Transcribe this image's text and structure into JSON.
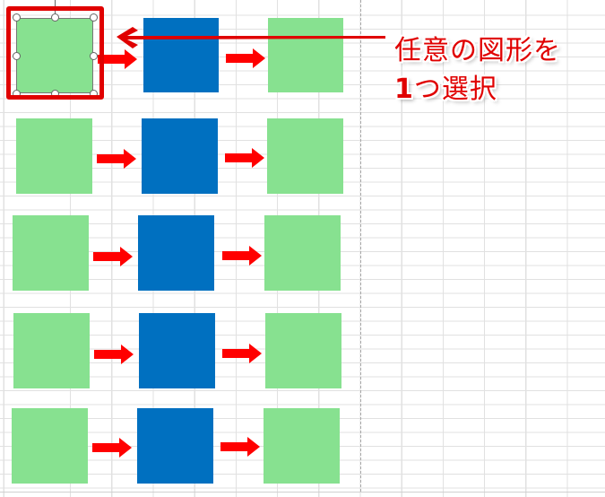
{
  "annotation": {
    "line1": "任意の図形を",
    "line2_number": "1",
    "line2_rest": "つ選択"
  },
  "colors": {
    "green_shape": "#87e190",
    "blue_shape": "#0070c0",
    "arrow": "#ff0000",
    "callout": "#e00000"
  },
  "flow_rows": [
    {
      "shapes": [
        "green",
        "blue",
        "green"
      ],
      "selected_index": 0
    },
    {
      "shapes": [
        "green",
        "blue",
        "green"
      ],
      "selected_index": null
    },
    {
      "shapes": [
        "green",
        "blue",
        "green"
      ],
      "selected_index": null
    },
    {
      "shapes": [
        "green",
        "blue",
        "green"
      ],
      "selected_index": null
    },
    {
      "shapes": [
        "green",
        "blue",
        "green"
      ],
      "selected_index": null
    }
  ]
}
